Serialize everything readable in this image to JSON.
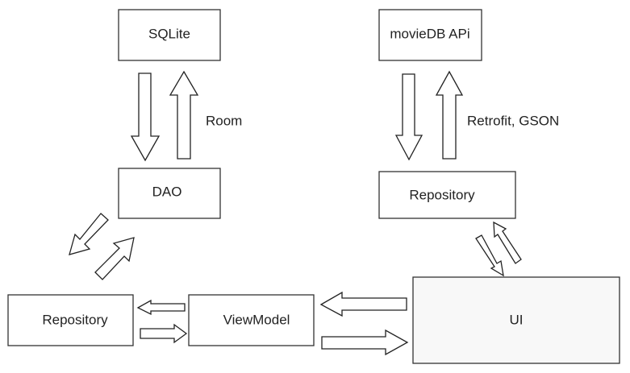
{
  "diagram": {
    "nodes": {
      "sqlite": "SQLite",
      "dao": "DAO",
      "repository_left": "Repository",
      "viewmodel": "ViewModel",
      "moviedb_api": "movieDB APi",
      "repository_right": "Repository",
      "ui": "UI"
    },
    "edge_labels": {
      "room": "Room",
      "retrofit_gson": "Retrofit, GSON"
    }
  }
}
